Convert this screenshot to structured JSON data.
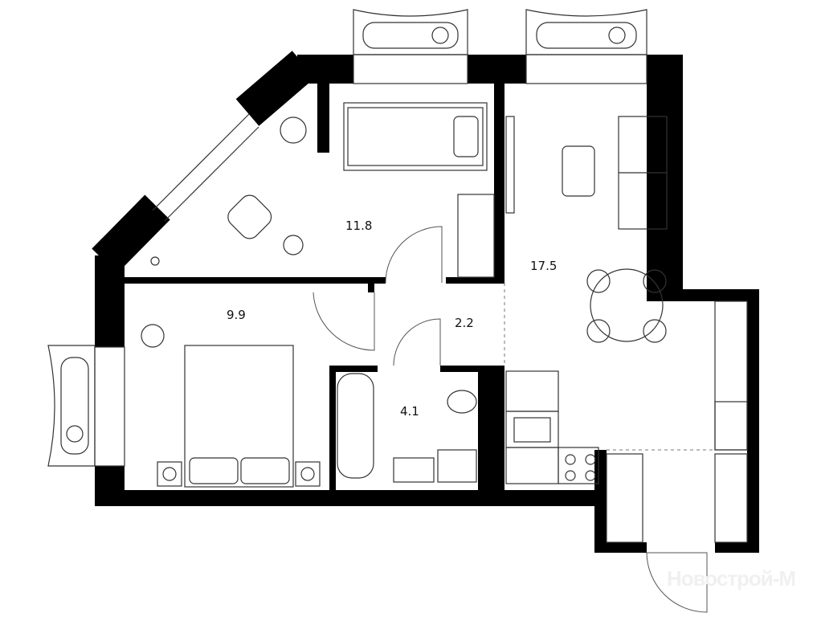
{
  "plan": {
    "rooms": [
      {
        "id": "kids-room",
        "area": "11.8"
      },
      {
        "id": "bedroom",
        "area": "9.9"
      },
      {
        "id": "hall",
        "area": "2.2"
      },
      {
        "id": "bathroom",
        "area": "4.1"
      },
      {
        "id": "living-kitchen",
        "area": "17.5"
      }
    ],
    "watermark": "Новострой-М",
    "colors": {
      "wall": "#000000",
      "line": "#333333",
      "background": "#ffffff"
    }
  }
}
